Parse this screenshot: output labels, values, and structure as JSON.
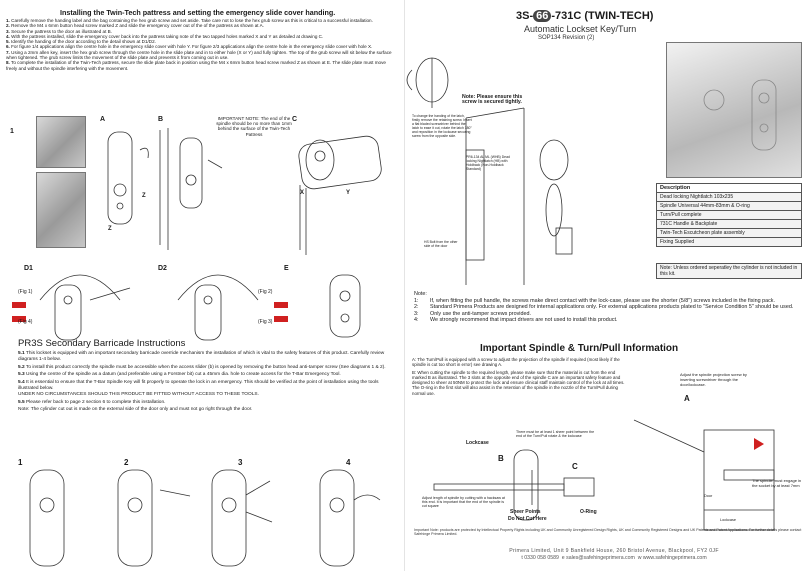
{
  "left": {
    "title": "Installing the Twin-Tech pattress and setting the emergency slide cover handing.",
    "steps": [
      {
        "num": "1.",
        "text": "Carefully remove the handing label and the bag containing the hex grub screw and set aside. Take care not to lose the hex grub screw as this is critical to a successful installation."
      },
      {
        "num": "2.",
        "text": "Remove the M4 x 6mm button head screw marked Z and slide the emergency cover out of the of the pattress as shown at A."
      },
      {
        "num": "3.",
        "text": "Secure the pattress to the door as illustrated at B."
      },
      {
        "num": "4.",
        "text": "With the pattress installed, slide the emergency cover back into the pattress taking note of the two tapped holes marked X and Y as detailed at drawing C."
      },
      {
        "num": "5.",
        "text": "Identify the handing of the door according to the detail shown at D1/D2."
      },
      {
        "num": "6.",
        "text": "For figure 1/4 applications align the centre hole in the emergency slide cover with hole Y. For figure 2/3 applications align the centre hole in the emergency slide cover with hole X."
      },
      {
        "num": "7.",
        "text": "Using a 2mm allen key, insert the hex grub screw through the centre hole in the slide plate and in to either hole (X or Y) and fully tighten. The top of the grub screw will sit below the surface when tightened. The grub screw limits the movement of the slide plate and prevents it from coming out in use."
      },
      {
        "num": "8.",
        "text": "To complete the installation of the Twin-Tech pattress, secure the slide plate back in position using the M4 x 6mm button head screw marked Z as shown at E. The slide plate must move freely and without the spindle interfering with the movement."
      }
    ],
    "fig_labels": {
      "one": "1",
      "A": "A",
      "B": "B",
      "C": "C",
      "D1": "D1",
      "D2": "D2",
      "E": "E",
      "Z1": "Z",
      "Z2": "Z",
      "X": "X",
      "Y": "Y",
      "fig1": "(Fig 1)",
      "fig4": "(Fig 4)",
      "fig2": "(Fig 2)",
      "fig3": "(Fig 3)"
    },
    "important_note": "IMPORTANT NOTE: The end of the spindle should be no more than 1mm behind the surface of the Twin-Tech Pattress",
    "section_title": "PR3S Secondary Barricade Instructions",
    "section_paras": [
      {
        "num": "5.1",
        "text": "This lockset is equipped with an important secondary barricade override mechanism the installation of which is vital to the safety features of this product. Carefully review diagrams 1-4 below."
      },
      {
        "num": "5.2",
        "text": "To install this product correctly the spindle must be accessible when the access slider (b) is opened by removing the button head anti-tamper screw (See diagrams 1 & 2)."
      },
      {
        "num": "5.3",
        "text": "Using the centre of the spindle as a datum (and preferable using a Forstner bit) cut a 45mm dia. hole to create access for the T-Bar Emergency Tool."
      },
      {
        "num": "5.4",
        "text": "It is essential to ensure that the T-Bar Spindle Key will fit properly to operate the lock in an emergency. This should be verified at the point of installation using the tools illustrated below."
      },
      {
        "num": "",
        "text": "UNDER NO CIRCUMSTANCES SHOULD THIS PRODUCT BE FITTED WITHOUT ACCESS TO THESE TOOLS."
      },
      {
        "num": "5.5",
        "text": "Please refer back to page 2 section 6 to complete this installation."
      },
      {
        "num": "",
        "text": "Note: The cylinder cut out is made on the external side of the door only and must not go right through the door."
      }
    ],
    "diagram_nums": [
      "1",
      "2",
      "3",
      "4"
    ]
  },
  "right": {
    "model_prefix": "3S-",
    "model_badge": "66",
    "model_suffix": "-731C (TWIN-TECH)",
    "subtitle": "Automatic Lockset Key/Turn",
    "revision": "SOP134 Revision (2)",
    "pull_note": "Note: Please ensure this screw is secured tightly.",
    "small_texts": {
      "fitting": "To change the handing of the latch, firstly remove the retaining screw. Insert a flat bladed screwdriver behind the latch to ease it out, rotate the latch 180° and reposition in the lockcase securing screw from the opposite side.",
      "lockcase": "PR6-134 AL ML (WHB) Dead locking Nightlatch (HB) with Holdback (Non-Holdback Standard)",
      "bolt": "HS Bolt from the other side of the door",
      "adjust": "Adjust the spindle projection screw by inserting screwdriver through the door/lockcase.",
      "engage": "The spindle must engage in the socket by at least 7mm",
      "gap": "There must be at least 1 sheer point between the end of the Turn/Pull rotate & the lockcase",
      "cutting": "Adjust length of spindle by cutting with a hacksaw at this end. It is important that the end of the spindle is cut square"
    },
    "diagram_labels": {
      "A": "A",
      "B": "B",
      "C": "C",
      "lockcase": "Lockcase",
      "door": "Door",
      "lockcase2": "Lockcase",
      "sheer": "Sheer Points",
      "donot": "Do Not Cut Here",
      "oring": "O-Ring"
    },
    "table": {
      "header": "Description",
      "rows": [
        "Dead locking Nightlatch 103x235",
        "Spindle Universal 44mm-83mm & O-ring",
        "Turn/Pull complete",
        "731C Handle & Backplate",
        "Twin-Tech Escutcheon plate assembly",
        "Fixing Supplied"
      ],
      "note": "Note: Unless ordered seperatley the cylinder is not included in this kit."
    },
    "notes_heading": "Note:",
    "notes": [
      {
        "num": "1:",
        "text": "If, when fitting the pull handle, the screws make direct contact with the lock-case, please use the shorter (5/8\") screws included in the fixing pack."
      },
      {
        "num": "2:",
        "text": "Standard Primera Products are designed for internal applications only. For external applications products plated to \"Service Condition 5\" should be used."
      },
      {
        "num": "3:",
        "text": "Only use the anti-tamper screws provided."
      },
      {
        "num": "4:",
        "text": "We strongly recommend that impact drivers are not used to install this product."
      }
    ],
    "spindle_title": "Important Spindle & Turn/Pull Information",
    "spindle_paras": [
      "A: The Turn/Pull is equipped with a screw to adjust the projection of the spindle if required (most likely if the spindle is cut too short in error) see drawing A.",
      "B: When cutting the spindle to the required length, please make sure that the material is cut from the end marked B as illustrated. The 3 slots at the opposite end of the spindle C are an important safety feature and designed to sheer at 50NM to protect the lock and ensure clinical staff maintain control of the lock at all times. The O-ring in the first slot will also assist in the retention of the spindle in the nozzle of the Turn/Pull during normal use."
    ],
    "legal": "Important Note: products are protected by Intellectual Property Rights including UK and Community Unregistered Design Rights, UK and Community Registered Designs and UK Patents and Patent Applications. For further details please contact Safehinge Primera Limited.",
    "footer_addr": "Primera Limited, Unit 9 Bankfield House, 260 Bristol Avenue, Blackpool, FY2 0JF",
    "footer_t": "t",
    "footer_tel": "0330 058 0589",
    "footer_e": "e",
    "footer_email": "sales@safehingeprimera.com",
    "footer_w": "w",
    "footer_web": "www.safehingeprimera.com"
  },
  "colors": {
    "badge": "#444444",
    "line": "#333333",
    "photo": "#9a9a9a",
    "footer": "#555555"
  }
}
